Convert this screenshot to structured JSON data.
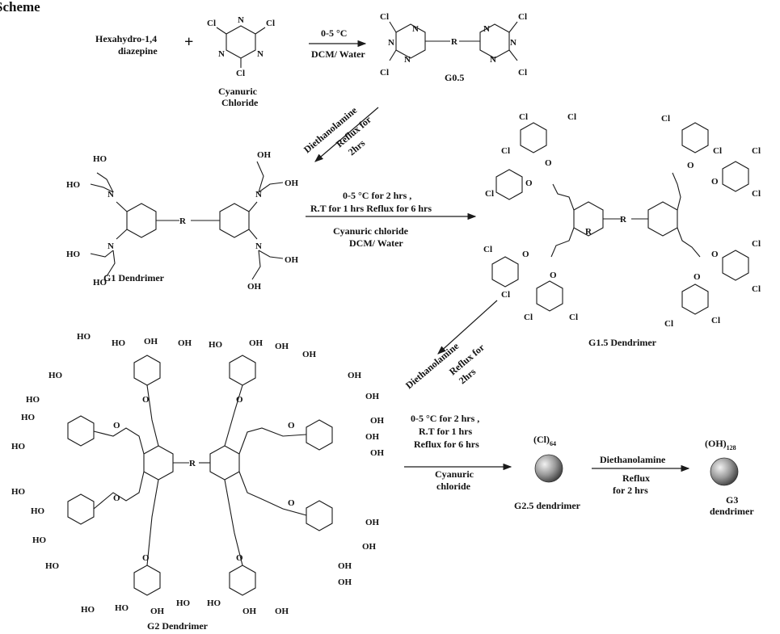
{
  "title": "Scheme",
  "reactant1": [
    "Hexahydro-1,4",
    "diazepine"
  ],
  "plus": "+",
  "reactant2": [
    "Cyanuric",
    "Chloride"
  ],
  "step1": {
    "line1": "0-5 °C",
    "line2": "DCM/ Water"
  },
  "g05_label": "G0.5",
  "step2": [
    "Diethanolamine",
    "Reflux for",
    "2hrs"
  ],
  "g1_label": "G1 Dendrimer",
  "step3": [
    "0-5 °C for 2 hrs ,",
    "R.T for 1 hrs Reflux for 6 hrs",
    "Cyanuric chloride",
    "DCM/ Water"
  ],
  "g15_label": "G1.5 Dendrimer",
  "step4": [
    "Diethanolamine",
    "Reflux for",
    "2hrs"
  ],
  "g2_label": "G2 Dendrimer",
  "step5": [
    "0-5 °C for 2 hrs ,",
    "R.T for 1 hrs",
    "Reflux for 6 hrs",
    "Cyanuric",
    "chloride"
  ],
  "g25": {
    "formula": "(Cl)",
    "sub": "64",
    "label": "G2.5 dendrimer"
  },
  "step6": [
    "Diethanolamine",
    "Reflux",
    "for 2 hrs"
  ],
  "g3": {
    "formula": "(OH)",
    "sub": "128",
    "label": [
      "G3",
      "dendrimer"
    ]
  },
  "atoms": {
    "cl": "Cl",
    "n": "N",
    "o": "O",
    "oh": "OH",
    "ho": "HO",
    "r": "R"
  },
  "colors": {
    "ink": "#111111",
    "sphere_light": "#e8e8e8",
    "sphere_dark": "#555555"
  }
}
